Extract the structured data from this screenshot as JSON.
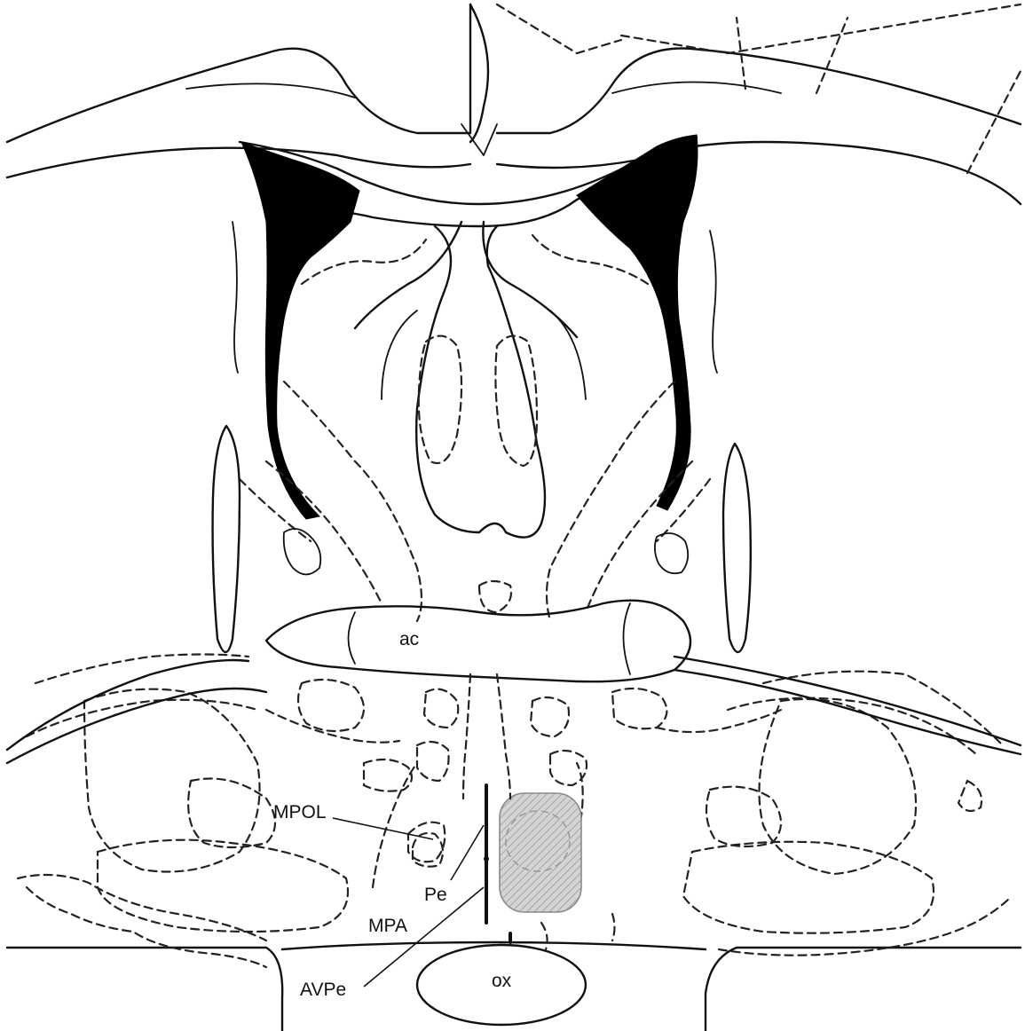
{
  "labels": {
    "ac": "ac",
    "mpol": "MPOL",
    "pe": "Pe",
    "mpa": "MPA",
    "avpe": "AVPe",
    "ox": "ox"
  },
  "colors": {
    "line": "#111111",
    "ventricle_fill": "#000000",
    "highlight_fill": "#bdbdbd",
    "background": "#ffffff"
  }
}
